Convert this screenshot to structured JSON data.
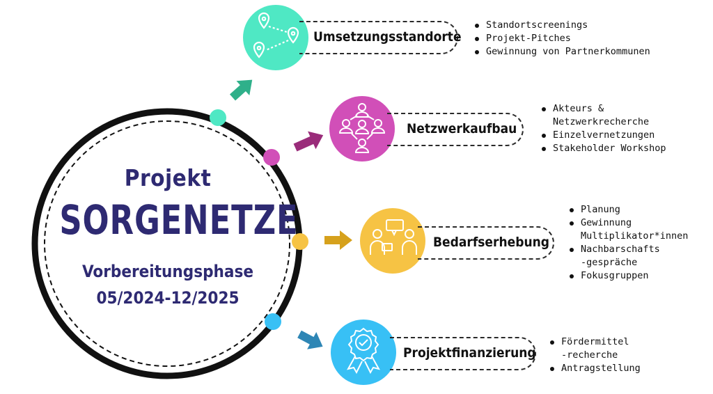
{
  "center": {
    "label": "Projekt",
    "title": "SORGENETZE",
    "phase": "Vorbereitungsphase",
    "dates": "05/2024-12/2025"
  },
  "branches": [
    {
      "label": "Umsetzungsstandorte",
      "color": "#4fe8c4",
      "icon": "map-pins-route-icon",
      "bullets": [
        "Standortscreenings",
        "Projekt-Pitches",
        "Gewinnung von Partnerkommunen"
      ]
    },
    {
      "label": "Netzwerkaufbau",
      "color": "#d14fb8",
      "icon": "network-people-icon",
      "bullets": [
        "Akteurs & Netzwerkrecherche",
        "Einzelvernetzungen",
        "Stakeholder Workshop"
      ]
    },
    {
      "label": "Bedarfserhebung",
      "color": "#f6c344",
      "icon": "conversation-icon",
      "bullets": [
        "Planung",
        "Gewinnung Multiplikator*innen",
        "Nachbarschafts-gespräche",
        "Fokusgruppen"
      ]
    },
    {
      "label": "Projektfinanzierung",
      "color": "#38c0f5",
      "icon": "award-badge-icon",
      "bullets": [
        "Fördermittel-recherche",
        "Antragstellung"
      ]
    }
  ],
  "colors": {
    "text_dark": "#2e2a72",
    "ring": "#111111",
    "arrow_teal": "#2fb08a",
    "arrow_purple": "#9a2c7a",
    "arrow_gold": "#d6a11c",
    "arrow_blue": "#2e86b5"
  }
}
